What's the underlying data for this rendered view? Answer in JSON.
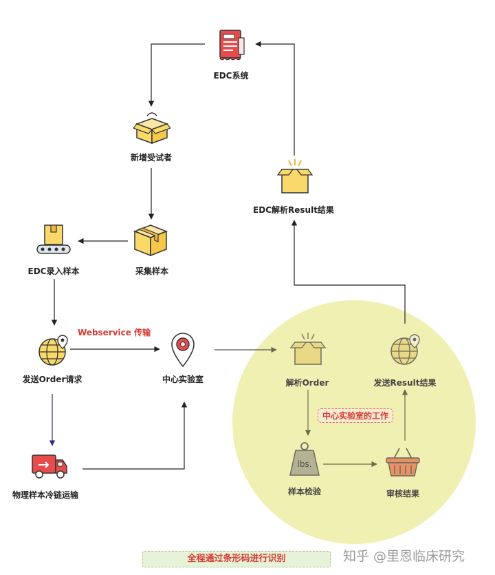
{
  "nodes": {
    "edc_system": "EDC系统",
    "add_subject": "新增受试者",
    "collect_sample": "采集样本",
    "edc_entry": "EDC录入样本",
    "send_order": "发送Order请求",
    "central_lab": "中心实验室",
    "cold_chain": "物理样本冷链运输",
    "parse_order": "解析Order",
    "send_result": "发送Result结果",
    "sample_test": "样本检验",
    "review_result": "审核结果",
    "edc_parse_result": "EDC解析Result结果"
  },
  "annotations": {
    "webservice": "Webservice 传输",
    "lab_work": "中心实验室的工作"
  },
  "footer": {
    "text": "全程通过条形码进行识别"
  },
  "watermark": {
    "text": "知乎 @里恩临床研究"
  },
  "icons": {
    "edc_system": "document-icon",
    "add_subject": "open-box-icon",
    "collect_sample": "closed-box-icon",
    "edc_entry": "conveyor-box-icon",
    "send_order": "globe-pin-icon",
    "central_lab": "location-pin-icon",
    "cold_chain": "delivery-truck-icon",
    "parse_order": "open-box-icon",
    "send_result": "globe-pin-icon",
    "sample_test": "weight-lbs-icon",
    "review_result": "basket-icon",
    "edc_parse_result": "open-box-icon"
  },
  "weight_label": "lbs.",
  "colors": {
    "red": "#d63b34",
    "box_yellow": "#f9d96a",
    "circle_fill": "#efefae",
    "footer_bg": "#e6f3d8"
  }
}
